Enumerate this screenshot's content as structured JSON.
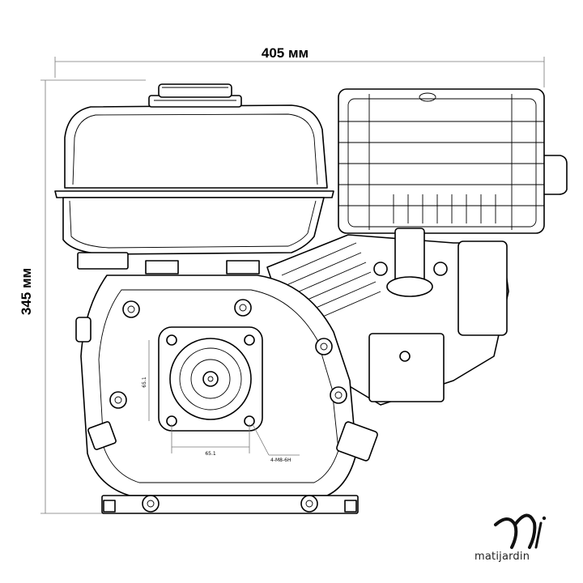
{
  "dimensions": {
    "width_label": "405 мм",
    "height_label": "345 мм"
  },
  "shaft_flange": {
    "vertical_dim": "65.1",
    "horizontal_dim": "65.1",
    "bolt_spec": "4-M8-6H"
  },
  "brand": {
    "name": "matijardin",
    "logo_icon": "matijardin-logo-icon",
    "watermark": "matijardin"
  }
}
